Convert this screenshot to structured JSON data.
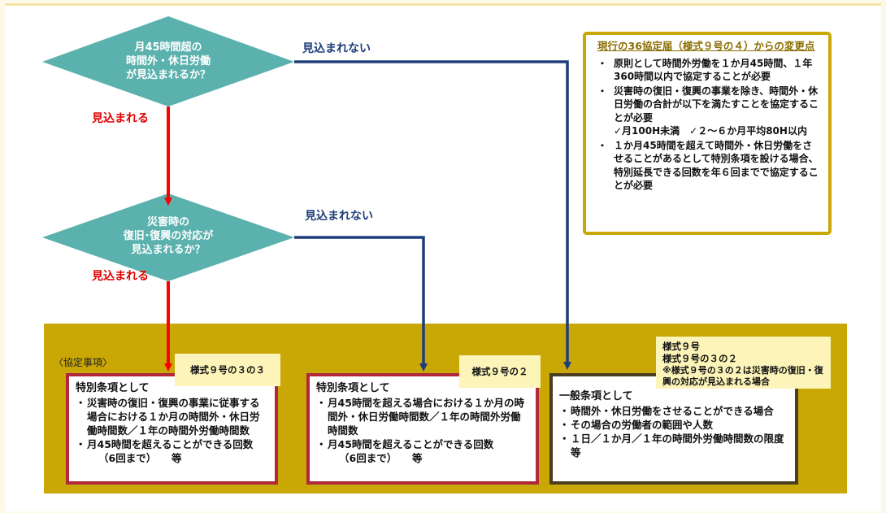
{
  "decision1": {
    "line1": "月45時間超の",
    "line2": "時間外・休日労働",
    "line3": "が見込まれるか？",
    "yes_label": "見込まれる",
    "no_label": "見込まれない"
  },
  "decision2": {
    "line1": "災害時の",
    "line2": "復旧･復興の対応が",
    "line3": "見込まれるか？",
    "yes_label": "見込まれる",
    "no_label": "見込まれない"
  },
  "agreement_label": "〈協定事項〉",
  "box_special_disaster": {
    "tag": "様式９号の３の３",
    "title": "特別条項として",
    "items": [
      "災害時の復旧・復興の事業に従事する場合における１か月の時間外・休日労働時間数／１年の時間外労働時間数",
      "月45時間を超えることができる回数"
    ],
    "tail": "（6回まで）　　等"
  },
  "box_special": {
    "tag": "様式９号の２",
    "title": "特別条項として",
    "items": [
      "月45時間を超える場合における１か月の時間外・休日労働時間数／１年の時間外労働時間数",
      "月45時間を超えることができる回数"
    ],
    "tail": "（6回まで）　　等"
  },
  "box_general": {
    "tag_line1": "様式９号",
    "tag_line2": "様式９号の３の２",
    "tag_line3": "※様式９号の３の２は災害時の復旧・復興の対応が見込まれる場合",
    "title": "一般条項として",
    "items": [
      "時間外・休日労働をさせることができる場合",
      "その場合の労働者の範囲や人数",
      "１日／１か月／１年の時間外労働時間数の限度　　等"
    ]
  },
  "notes": {
    "heading": "現行の36協定届（様式９号の４）からの変更点",
    "item1": "原則として時間外労働を１か月45時間、１年360時間以内で協定することが必要",
    "item2": "災害時の復旧・復興の事業を除き、時間外・休日労働の合計が以下を満たすことを協定することが必要",
    "item2_sub": "✓月100H未満　✓２～６か月平均80H以内",
    "item3": "１か月45時間を超えて時間外・休日労働をさせることがあるとして特別条項を設ける場合、特別延長できる回数を年６回までで協定することが必要"
  },
  "colors": {
    "diamond": "#5bb1ad",
    "band": "#c9a705",
    "yes_arrow": "#ff0000",
    "no_arrow": "#1f3d7a",
    "box_border_red": "#b0283a",
    "box_border_dark": "#4a3d20"
  }
}
